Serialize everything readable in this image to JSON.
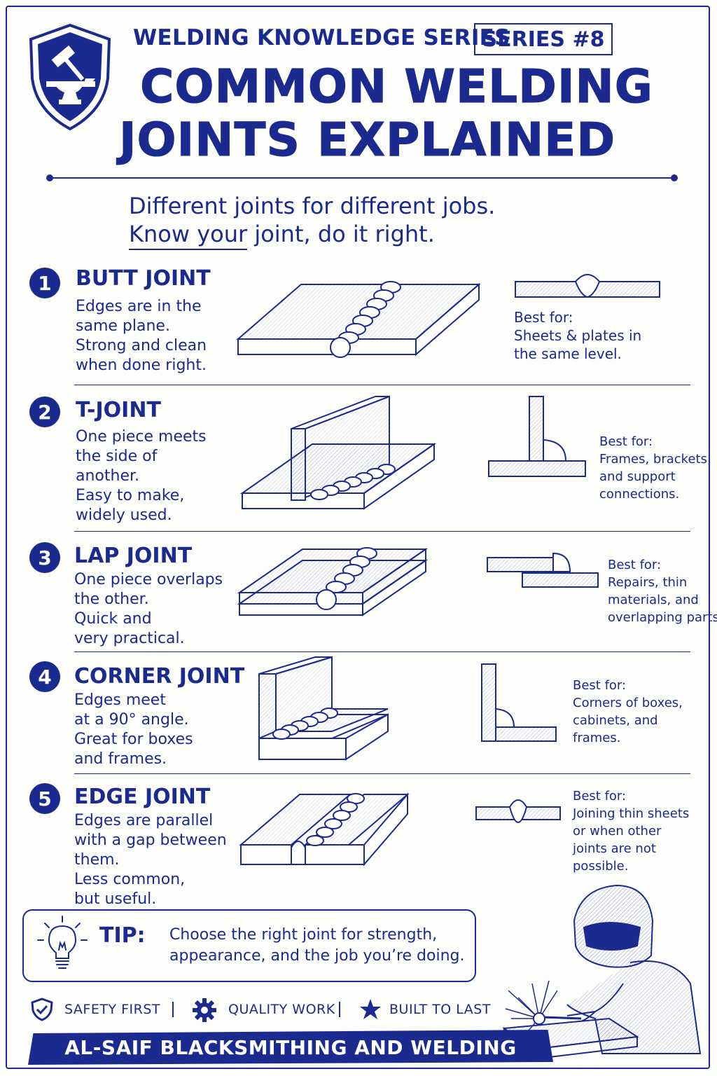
{
  "header": {
    "series_label": "WELDING KNOWLEDGE SERIES",
    "series_badge": "SERIES #8",
    "title_line1": "COMMON WELDING",
    "title_line2": "JOINTS EXPLAINED",
    "logo_icon": "shield-anvil-hammer-icon"
  },
  "tagline": {
    "line1": "Different joints for different jobs.",
    "line2_underlined": "Know your",
    "line2_rest": " joint, do it right."
  },
  "joints": [
    {
      "number": "1",
      "title": "BUTT JOINT",
      "description": [
        "Edges are in the",
        "same plane.",
        "Strong and clean",
        "when done right."
      ],
      "best_for_label": "Best for:",
      "best_for": [
        "Sheets & plates in",
        "the same level."
      ]
    },
    {
      "number": "2",
      "title": "T-JOINT",
      "description": [
        "One piece meets",
        "the side of",
        "another.",
        "Easy to make,",
        "widely used."
      ],
      "best_for_label": "Best for:",
      "best_for": [
        "Frames, brackets,",
        "and support",
        "connections."
      ]
    },
    {
      "number": "3",
      "title": "LAP JOINT",
      "description": [
        "One piece overlaps",
        "the other.",
        "Quick and",
        "very practical."
      ],
      "best_for_label": "Best for:",
      "best_for": [
        "Repairs, thin",
        "materials, and",
        "overlapping parts."
      ]
    },
    {
      "number": "4",
      "title": "CORNER JOINT",
      "description": [
        "Edges meet",
        "at a 90° angle.",
        "Great for boxes",
        "and frames."
      ],
      "best_for_label": "Best for:",
      "best_for": [
        "Corners of boxes,",
        "cabinets, and",
        "frames."
      ]
    },
    {
      "number": "5",
      "title": "EDGE JOINT",
      "description": [
        "Edges are parallel",
        "with a gap between",
        "them.",
        "Less common,",
        "but useful."
      ],
      "best_for_label": "Best for:",
      "best_for": [
        "Joining thin sheets",
        "or when other",
        "joints are not",
        "possible."
      ]
    }
  ],
  "tip": {
    "label": "TIP:",
    "lines": [
      "Choose the right joint for strength,",
      "appearance, and the job you’re doing."
    ],
    "icon": "lightbulb-icon"
  },
  "badges": [
    {
      "icon": "shield-check-icon",
      "label": "SAFETY FIRST"
    },
    {
      "icon": "gear-icon",
      "label": "QUALITY WORK"
    },
    {
      "icon": "star-icon",
      "label": "BUILT TO LAST"
    }
  ],
  "footer": {
    "banner": "AL-SAIF BLACKSMITHING AND WELDING"
  },
  "colors": {
    "ink": "#1a2a8f",
    "paper": "#fdfdfb"
  }
}
